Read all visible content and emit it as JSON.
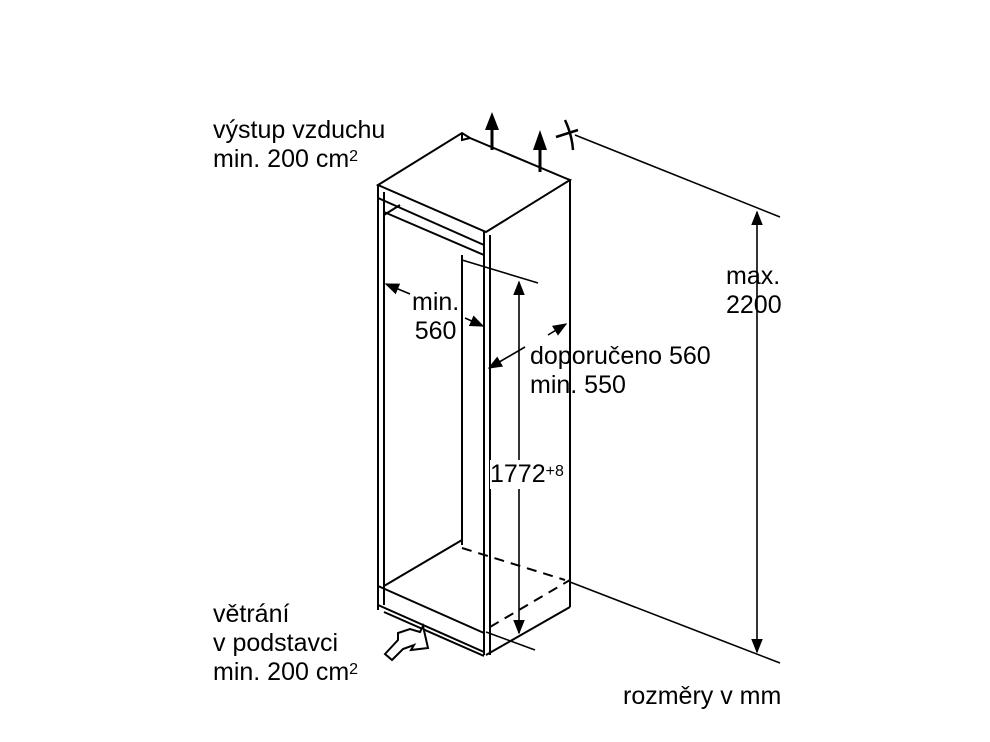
{
  "labels": {
    "air_outlet_line1": "výstup vzduchu",
    "air_outlet_line2": "min. 200 cm",
    "air_outlet_sup": "2",
    "max_height_line1": "max.",
    "max_height_line2": "2200",
    "min_width_line1": "min.",
    "min_width_line2": "560",
    "depth_line1": "doporučeno 560",
    "depth_line2": "min. 550",
    "niche_height": "1772",
    "niche_height_tolerance": "+8",
    "plinth_vent_line1": "větrání",
    "plinth_vent_line2": "v podstavci",
    "plinth_vent_line3": "min. 200 cm",
    "plinth_vent_sup": "2",
    "units_note": "rozměry v mm"
  }
}
